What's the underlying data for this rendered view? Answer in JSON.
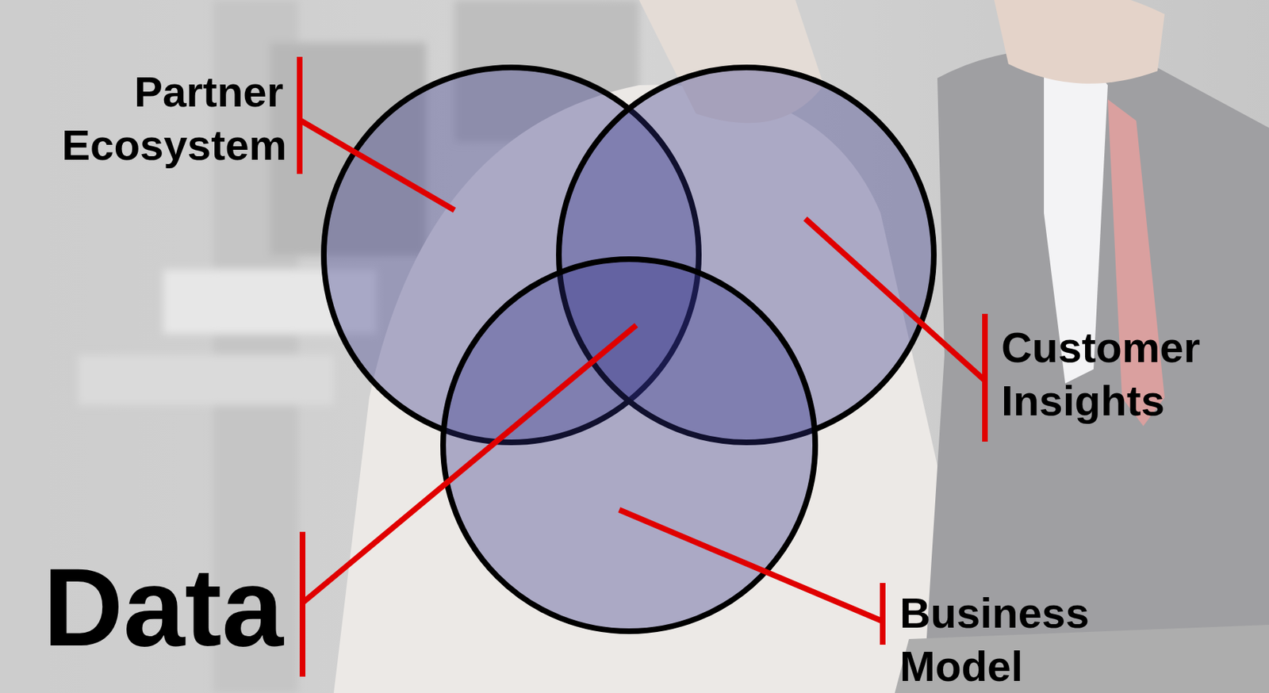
{
  "diagram": {
    "nodes": [
      {
        "text": [
          "Partner Ecosystem"
        ]
      },
      {
        "text": [
          "Customer Insights"
        ]
      },
      {
        "text": [
          "Business Model"
        ]
      }
    ],
    "labels": [
      "Data"
    ]
  }
}
